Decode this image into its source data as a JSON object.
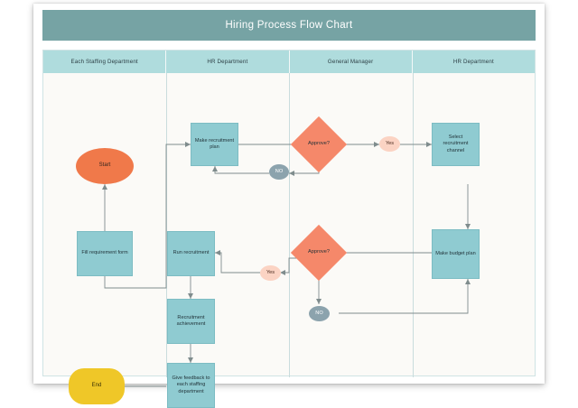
{
  "document": {
    "title": "Hiring Process Flow Chart"
  },
  "swimlanes": [
    {
      "label": "Each Staffing Department"
    },
    {
      "label": "HR Department"
    },
    {
      "label": "General Manager"
    },
    {
      "label": "HR Department"
    }
  ],
  "colors": {
    "title_bar": "#76a3a4",
    "lane_header": "#afdcdd",
    "process_fill": "#8fcbd1",
    "start_fill": "#f0794a",
    "end_fill": "#efc728",
    "decision_fill": "#f5886a",
    "yes_fill": "#fbd3c3",
    "no_fill": "#8ca3ad",
    "canvas": "#fbfaf7",
    "connector": "#7f8c8d"
  },
  "chart_data": {
    "type": "diagram",
    "title": "Hiring Process Flow Chart",
    "lanes": [
      "Each Staffing Department",
      "HR Department",
      "General Manager",
      "HR Department"
    ],
    "nodes": [
      {
        "id": "start",
        "label": "Start",
        "shape": "ellipse",
        "lane": 0
      },
      {
        "id": "fillform",
        "label": "Fill requirement form",
        "shape": "rectangle",
        "lane": 0
      },
      {
        "id": "end",
        "label": "End",
        "shape": "rounded-rectangle",
        "lane": 0
      },
      {
        "id": "makeplan",
        "label": "Make recruitment plan",
        "shape": "rectangle",
        "lane": 1
      },
      {
        "id": "runrecruit",
        "label": "Run recruitment",
        "shape": "rectangle",
        "lane": 1
      },
      {
        "id": "achievement",
        "label": "Recruitment achievement",
        "shape": "rectangle",
        "lane": 1
      },
      {
        "id": "feedback",
        "label": "Give feedback to each staffing department",
        "shape": "rectangle",
        "lane": 1
      },
      {
        "id": "approve1",
        "label": "Approve?",
        "shape": "diamond",
        "lane": 2
      },
      {
        "id": "no1",
        "label": "NO",
        "shape": "ellipse",
        "lane": 2
      },
      {
        "id": "approve2",
        "label": "Approve?",
        "shape": "diamond",
        "lane": 2
      },
      {
        "id": "no2",
        "label": "NO",
        "shape": "ellipse",
        "lane": 2
      },
      {
        "id": "yes1",
        "label": "Yes",
        "shape": "ellipse",
        "lane": 2
      },
      {
        "id": "yes2",
        "label": "Yes",
        "shape": "ellipse",
        "lane": 2
      },
      {
        "id": "selectchan",
        "label": "Select recruitment channel",
        "shape": "rectangle",
        "lane": 3
      },
      {
        "id": "budget",
        "label": "Make budget plan",
        "shape": "rectangle",
        "lane": 3
      }
    ],
    "edges": [
      {
        "from": "fillform",
        "to": "start"
      },
      {
        "from": "fillform",
        "to": "makeplan"
      },
      {
        "from": "makeplan",
        "to": "approve1"
      },
      {
        "from": "approve1",
        "to": "yes1",
        "label": "Yes"
      },
      {
        "from": "approve1",
        "to": "no1",
        "label": "NO"
      },
      {
        "from": "no1",
        "to": "makeplan"
      },
      {
        "from": "yes1",
        "to": "selectchan"
      },
      {
        "from": "selectchan",
        "to": "budget"
      },
      {
        "from": "budget",
        "to": "approve2"
      },
      {
        "from": "approve2",
        "to": "yes2",
        "label": "Yes"
      },
      {
        "from": "approve2",
        "to": "no2",
        "label": "NO"
      },
      {
        "from": "no2",
        "to": "budget"
      },
      {
        "from": "yes2",
        "to": "runrecruit"
      },
      {
        "from": "runrecruit",
        "to": "achievement"
      },
      {
        "from": "achievement",
        "to": "feedback"
      },
      {
        "from": "feedback",
        "to": "end"
      }
    ]
  },
  "nodes": {
    "start": "Start",
    "fillform": "Fill requirement form",
    "end": "End",
    "makeplan": "Make recruitment plan",
    "runrecruit": "Run recruitment",
    "achievement": "Recruitment achievement",
    "feedback": "Give feedback to each staffing department",
    "approve1": "Approve?",
    "approve2": "Approve?",
    "no1": "NO",
    "no2": "NO",
    "yes1": "Yes",
    "yes2": "Yes",
    "selectchan": "Select recruitment channel",
    "budget": "Make budget plan"
  }
}
